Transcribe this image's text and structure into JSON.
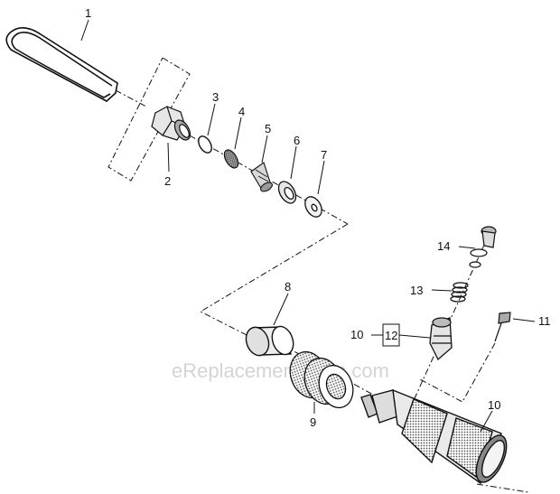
{
  "watermark": "eReplacementParts.com",
  "parts": [
    {
      "label": "1"
    },
    {
      "label": "2"
    },
    {
      "label": "3"
    },
    {
      "label": "4"
    },
    {
      "label": "5"
    },
    {
      "label": "6"
    },
    {
      "label": "7"
    },
    {
      "label": "8"
    },
    {
      "label": "9"
    },
    {
      "label": "10"
    },
    {
      "label": "11"
    },
    {
      "label": "12"
    },
    {
      "label": "13"
    },
    {
      "label": "14"
    },
    {
      "label": "10"
    }
  ]
}
